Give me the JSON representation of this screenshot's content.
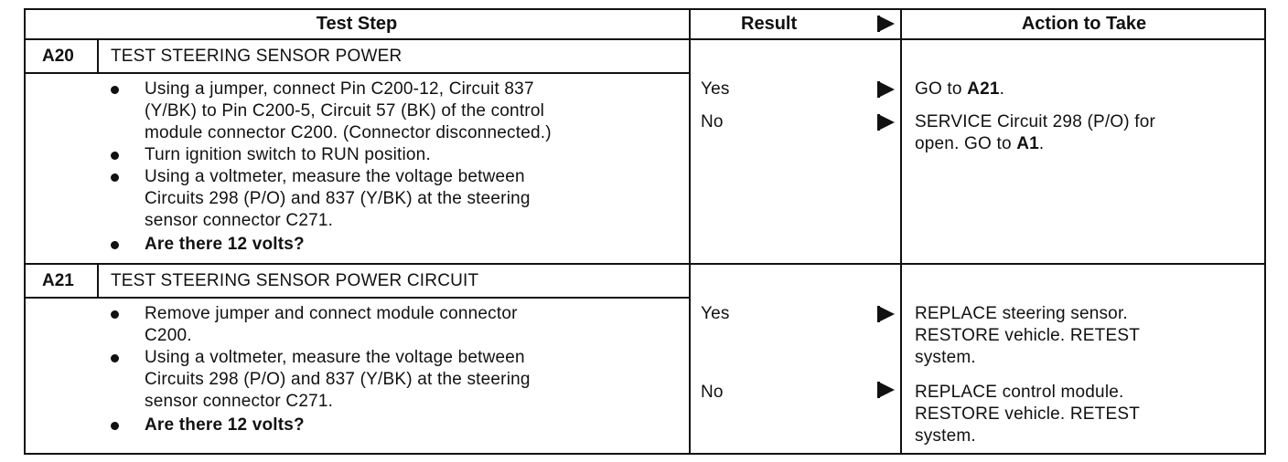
{
  "header": {
    "test_step": "Test Step",
    "result": "Result",
    "action": "Action to Take"
  },
  "steps": [
    {
      "id": "A20",
      "title": "TEST STEERING SENSOR POWER",
      "bullets": [
        [
          "Using a jumper, connect Pin C200-12, Circuit 837",
          "(Y/BK) to Pin C200-5, Circuit 57 (BK) of the control",
          "module connector C200. (Connector disconnected.)"
        ],
        [
          "Turn ignition switch to RUN position."
        ],
        [
          "Using a voltmeter, measure the voltage between",
          "Circuits 298 (P/O) and 837 (Y/BK) at the steering",
          "sensor connector C271."
        ],
        [
          "Are there 12 volts?"
        ]
      ],
      "results": [
        {
          "label": "Yes",
          "action": [
            "GO to ",
            "A21",
            "."
          ]
        },
        {
          "label": "No",
          "action": [
            "SERVICE Circuit 298 (P/O) for",
            "open. GO to ",
            "A1",
            "."
          ]
        }
      ]
    },
    {
      "id": "A21",
      "title": "TEST STEERING SENSOR POWER CIRCUIT",
      "bullets": [
        [
          "Remove jumper and connect module connector",
          "C200."
        ],
        [
          "Using a voltmeter, measure the voltage between",
          "Circuits 298 (P/O) and 837 (Y/BK) at the steering",
          "sensor connector C271."
        ],
        [
          "Are there 12 volts?"
        ]
      ],
      "results": [
        {
          "label": "Yes",
          "action": [
            "REPLACE steering sensor.",
            "RESTORE vehicle. RETEST",
            "system."
          ]
        },
        {
          "label": "No",
          "action": [
            "REPLACE control module.",
            "RESTORE vehicle. RETEST",
            "system."
          ]
        }
      ]
    }
  ]
}
